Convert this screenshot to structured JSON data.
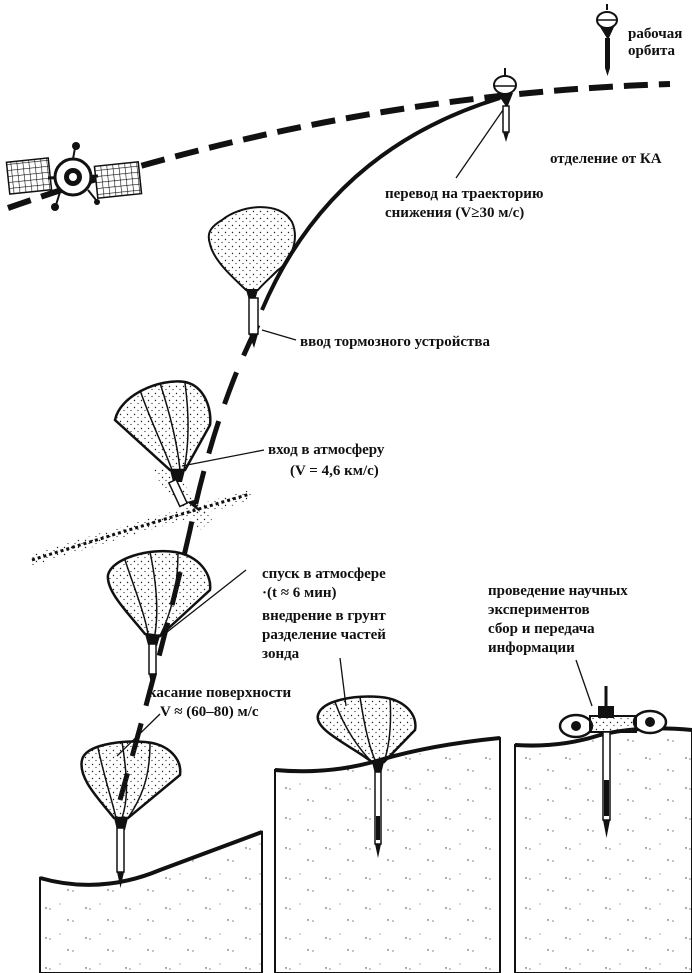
{
  "labels": {
    "working_orbit_l1": "рабочая",
    "working_orbit_l2": "орбита",
    "separation": "отделение  от КА",
    "transfer_l1": "перевод на траекторию",
    "transfer_l2": "снижения (V≥30 м/с)",
    "brake_deploy": "ввод тормозного устройства",
    "entry_l1": "вход в атмосферу",
    "entry_l2": "(V = 4,6 км/с)",
    "descent_l1": "спуск в атмосфере",
    "descent_l2": "·(t ≈ 6 мин)",
    "penetration_l1": "внедрение в грунт",
    "penetration_l2": "разделение частей",
    "penetration_l3": "зонда",
    "experiments_l1": "проведение научных",
    "experiments_l2": "экспериментов",
    "experiments_l3": "сбор и передача",
    "experiments_l4": "информации",
    "touchdown_l1": "касание поверхности",
    "touchdown_l2": "V ≈ (60–80) м/с"
  },
  "icons": [
    "satellite-icon",
    "probe-icon",
    "balloon-brake-icon",
    "parachute-cone-icon",
    "penetrator-icon",
    "soil-block-icon"
  ]
}
